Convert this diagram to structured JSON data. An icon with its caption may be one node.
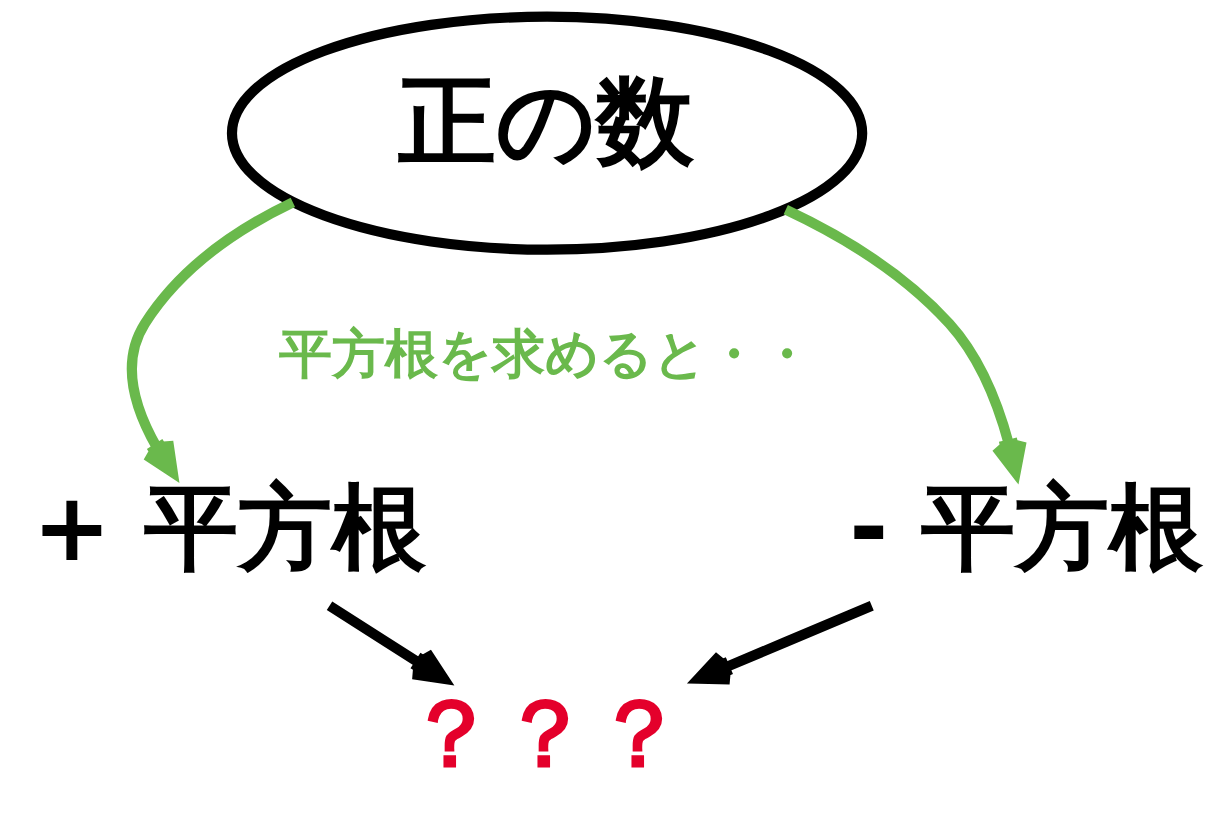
{
  "diagram": {
    "nodes": [
      {
        "text": [
          "正の数"
        ]
      },
      {
        "text": [
          "+ 平方根"
        ]
      },
      {
        "text": [
          "- 平方根"
        ]
      },
      {
        "text": [
          "？？？"
        ]
      }
    ],
    "edges": [
      {
        "from": 0,
        "to": 1,
        "arrow": "to",
        "color": "#6ab94c"
      },
      {
        "from": 0,
        "to": 2,
        "arrow": "to",
        "color": "#6ab94c"
      },
      {
        "from": 1,
        "to": 3,
        "arrow": "to",
        "color": "#000000"
      },
      {
        "from": 2,
        "to": 3,
        "arrow": "to",
        "color": "#000000"
      }
    ],
    "labels": [
      "平方根を求めると・・"
    ]
  }
}
